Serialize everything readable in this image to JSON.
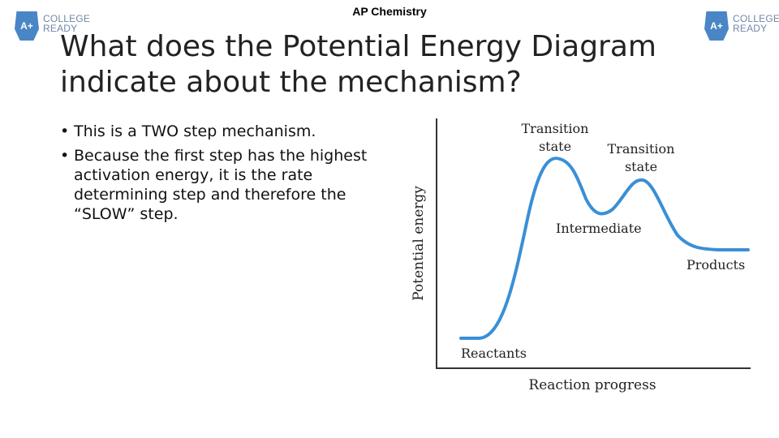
{
  "header": {
    "title": "AP Chemistry"
  },
  "logos": {
    "left": {
      "badge": "A+",
      "line1": "COLLEGE",
      "line2": "READY"
    },
    "right": {
      "badge": "A+",
      "line1": "COLLEGE",
      "line2": "READY"
    }
  },
  "slide": {
    "title_line1": "What does the Potential Energy Diagram",
    "title_line2": "indicate about the mechanism?",
    "bullets": [
      "This is a TWO step mechanism.",
      "Because the first step has the highest activation energy, it is the rate determining step and therefore the “SLOW” step."
    ]
  },
  "diagram": {
    "y_axis_label": "Potential energy",
    "x_axis_label": "Reaction progress",
    "labels": {
      "ts1_line1": "Transition",
      "ts1_line2": "state",
      "ts2_line1": "Transition",
      "ts2_line2": "state",
      "intermediate": "Intermediate",
      "products": "Products",
      "reactants": "Reactants"
    },
    "curve_color": "#3a8fd6"
  }
}
